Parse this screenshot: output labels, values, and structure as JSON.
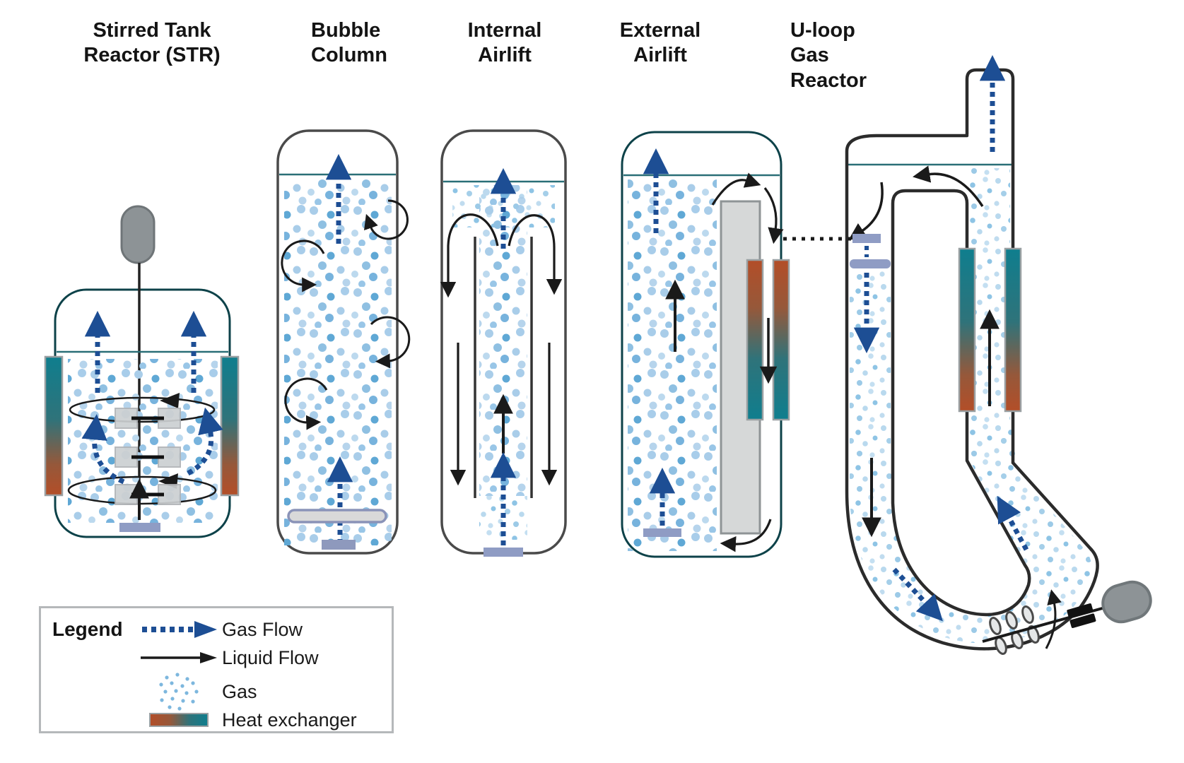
{
  "titles": {
    "str": "Stirred Tank Reactor (STR)",
    "bubble_column": "Bubble Column",
    "internal_airlift": "Internal Airlift",
    "external_airlift": "External Airlift",
    "uloop": "U-loop Gas Reactor"
  },
  "legend": {
    "heading": "Legend",
    "items": [
      {
        "id": "gas-flow",
        "label": "Gas Flow",
        "symbol": "dashed-blue-arrow",
        "color": "#1d4e94"
      },
      {
        "id": "liquid-flow",
        "label": "Liquid Flow",
        "symbol": "black-arrow",
        "color": "#1a1a1a"
      },
      {
        "id": "gas",
        "label": "Gas",
        "symbol": "bubble-cluster",
        "color": "#7db7de"
      },
      {
        "id": "heat-exchanger",
        "label": "Heat exchanger",
        "symbol": "gradient-bar",
        "color_warm": "#b34e28",
        "color_cool": "#0f7e8e"
      }
    ]
  },
  "colors": {
    "gas_flow_blue": "#1d4e94",
    "liquid_flow_black": "#1a1a1a",
    "bubble_light": "#a9cde9",
    "bubble_mid": "#5fa8d5",
    "heat_exchanger_warm": "#b34e28",
    "heat_exchanger_cool": "#0f7e8e",
    "vessel_teal_outline": "#0d4249",
    "vessel_gray_outline": "#4a4a4a",
    "pipe_dark": "#2b2b2b",
    "liquid_surface_teal": "#2a6f77",
    "sparger_slate": "#8f9cc4",
    "motor_gray": "#8d9396",
    "baffle_gray": "#d6d8d8"
  }
}
